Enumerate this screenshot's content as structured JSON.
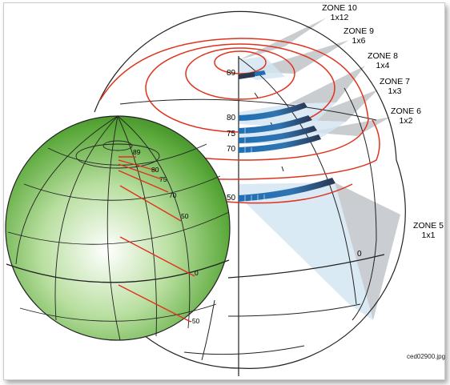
{
  "zones": [
    {
      "name": "ZONE 10",
      "grid": "1x12"
    },
    {
      "name": "ZONE 9",
      "grid": "1x6"
    },
    {
      "name": "ZONE 8",
      "grid": "1x4"
    },
    {
      "name": "ZONE 7",
      "grid": "1x3"
    },
    {
      "name": "ZONE 6",
      "grid": "1x2"
    },
    {
      "name": "ZONE 5",
      "grid": "1x1"
    }
  ],
  "large_sphere_latitudes": [
    "89",
    "80",
    "75",
    "70",
    "50",
    "0"
  ],
  "small_sphere_latitudes": [
    "89",
    "80",
    "75",
    "70",
    "50",
    "0",
    "-50"
  ],
  "credit": "ced02900.jpg",
  "colors": {
    "sphere_green": "#5aa83a",
    "zone_circle_red": "#e0321c",
    "band_blue": "#1f6fb5",
    "band_dark": "#2a3550",
    "wedge_gray": "#c4c8cc",
    "wedge_light_blue": "#d4e6f2"
  }
}
